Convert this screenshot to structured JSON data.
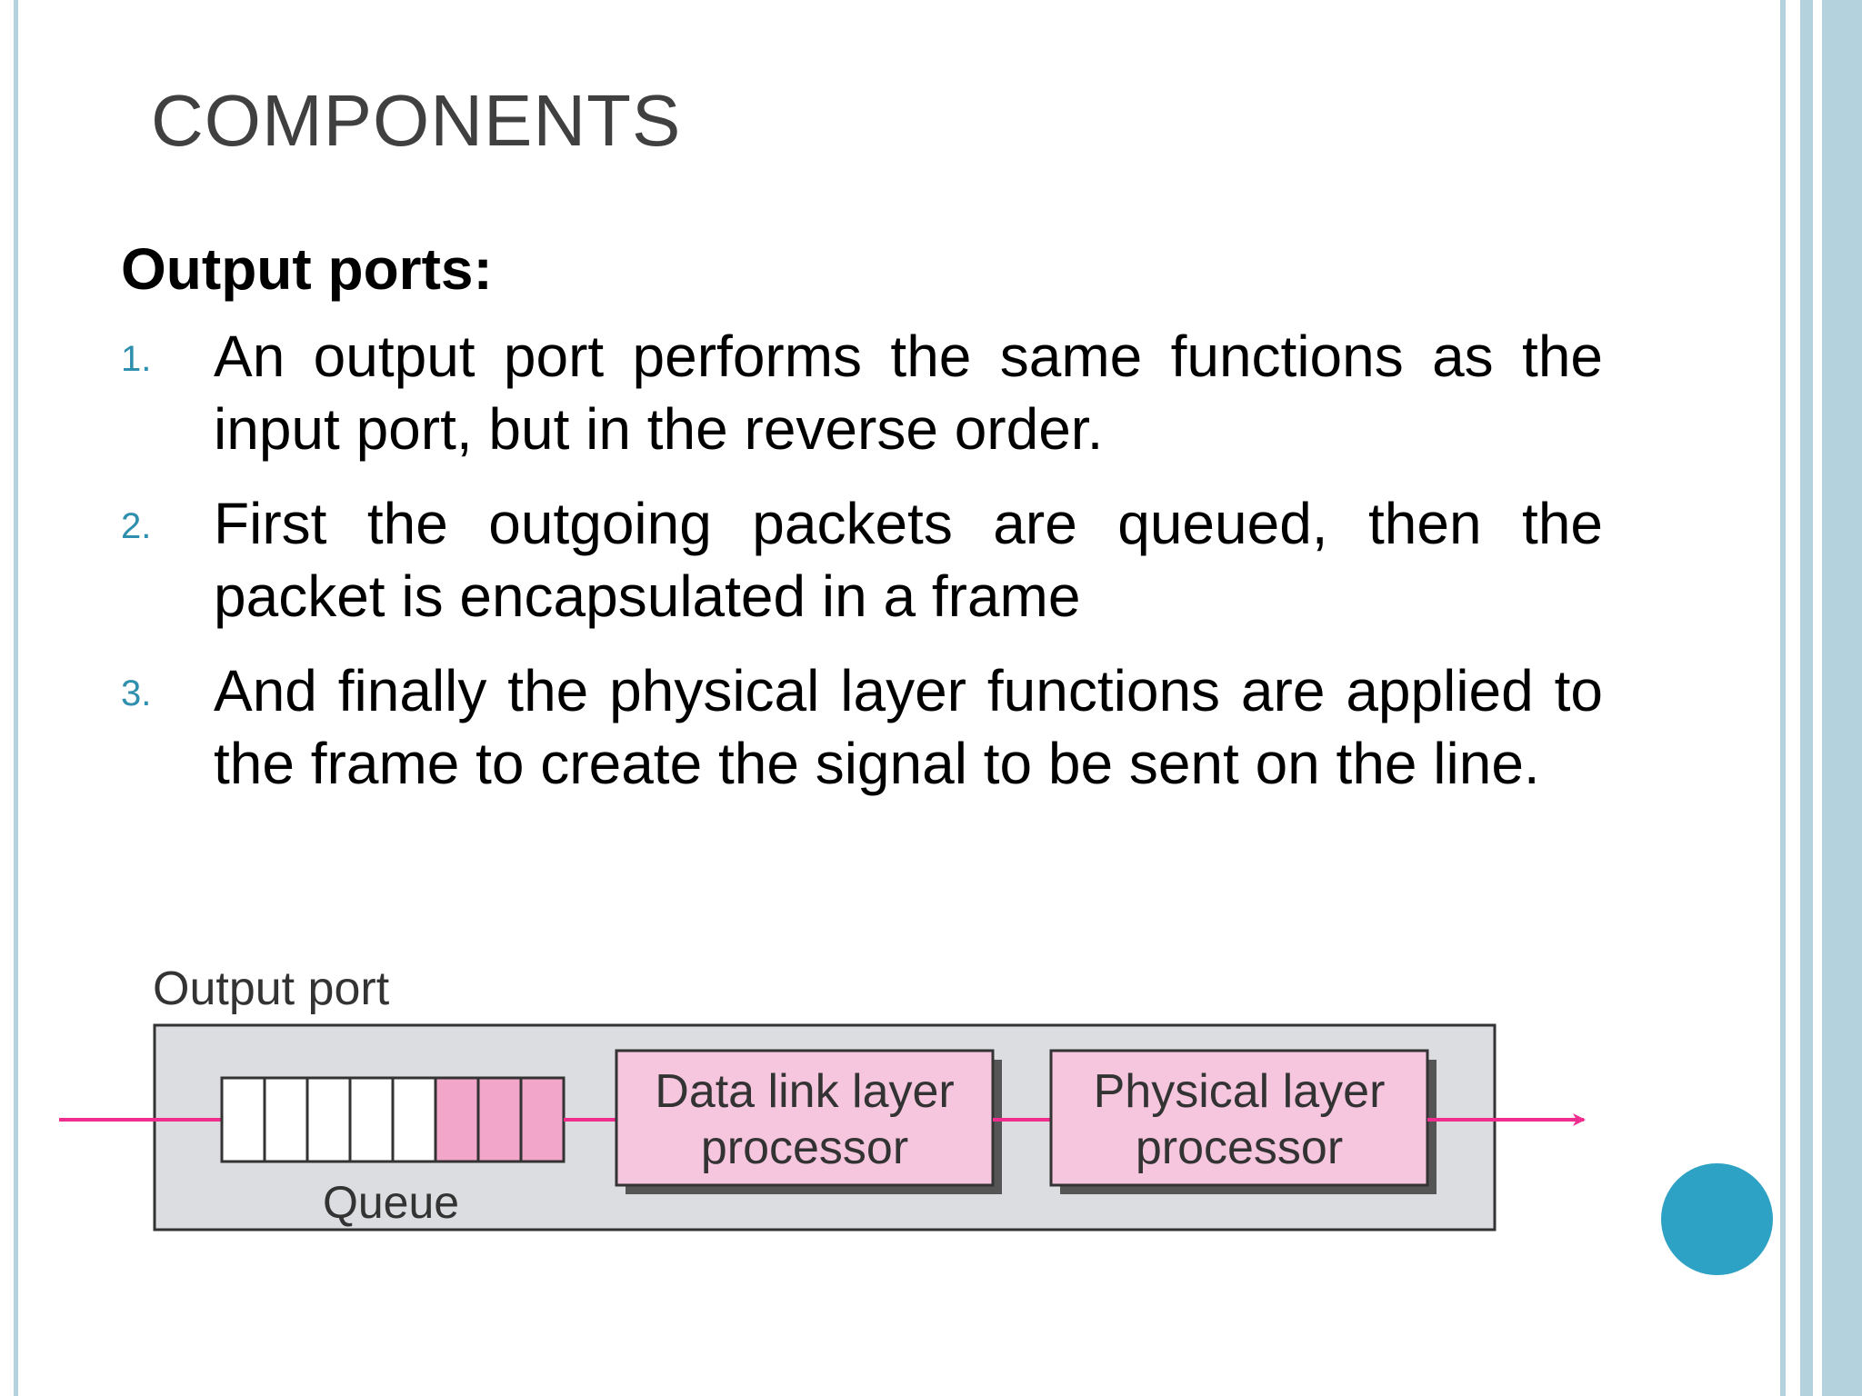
{
  "slide": {
    "title": "COMPONENTS",
    "subheading": "Output ports:",
    "items": [
      {
        "number": "1.",
        "text": "An output port performs the same functions as the input port, but in the reverse order."
      },
      {
        "number": "2.",
        "text": "First the outgoing packets are queued, then the packet is encapsulated in a frame"
      },
      {
        "number": "3.",
        "text": "And finally the physical layer functions are applied to the frame to create the signal to be sent on the line."
      }
    ]
  },
  "diagram": {
    "label": "Output port",
    "queue_label": "Queue",
    "queue": {
      "empty_slots": 5,
      "filled_slots": 3
    },
    "processors": [
      {
        "line1": "Data link layer",
        "line2": "processor"
      },
      {
        "line1": "Physical layer",
        "line2": "processor"
      }
    ],
    "colors": {
      "arrow": "#ee2d8e",
      "container": "#dcdde0",
      "processor": "#f6c6de",
      "queue_filled": "#f2a6c9",
      "accent": "#2ea2c4",
      "stripe": "#b4d1de"
    }
  }
}
